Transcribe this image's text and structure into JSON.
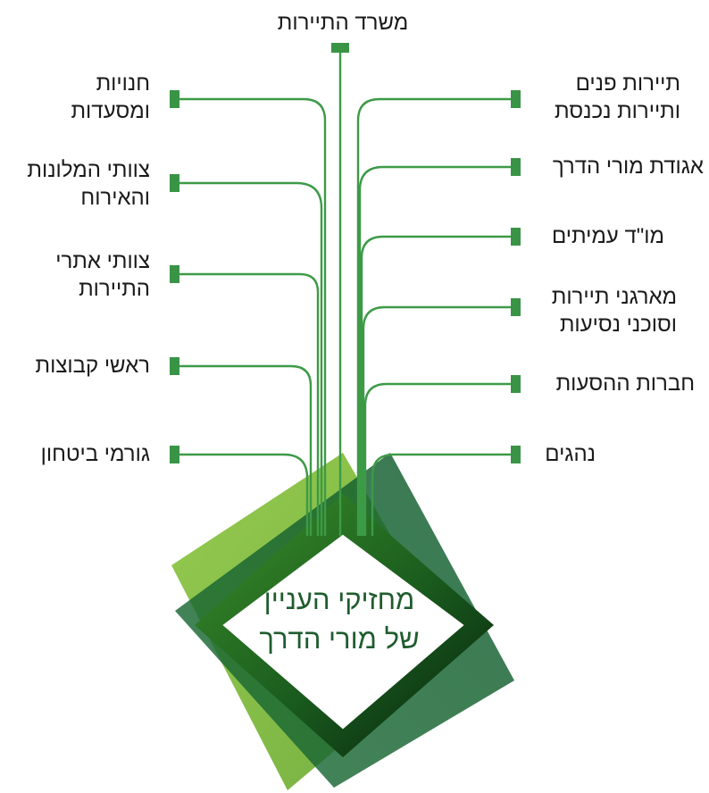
{
  "center": {
    "line1": "מחזיקי העניין",
    "line2": "של מורי הדרך"
  },
  "top": {
    "label": "משרד התיירות"
  },
  "right": [
    {
      "line1": "תיירות פנים",
      "line2": "ותיירות נכנסת"
    },
    {
      "line1": "אגודת מורי הדרך",
      "line2": ""
    },
    {
      "line1": "מו\"ד עמיתים",
      "line2": ""
    },
    {
      "line1": "מארגני תיירות",
      "line2": "וסוכני נסיעות"
    },
    {
      "line1": "חברות ההסעות",
      "line2": ""
    },
    {
      "line1": "נהגים",
      "line2": ""
    }
  ],
  "left": [
    {
      "line1": "חנויות",
      "line2": "ומסעדות"
    },
    {
      "line1": "צוותי המלונות",
      "line2": "והאירוח"
    },
    {
      "line1": "צוותי אתרי",
      "line2": "התיירות"
    },
    {
      "line1": "ראשי קבוצות",
      "line2": ""
    },
    {
      "line1": "גורמי ביטחון",
      "line2": ""
    }
  ],
  "colors": {
    "line": "#3d9a47",
    "marker": "#3a9446",
    "light_green": "#8cc63f",
    "mid_green": "#2e8b2e",
    "dark_green": "#0e5a2a",
    "darkest": "#06200c",
    "title_text": "#1f5c2e",
    "label_text": "#1a1a1a"
  }
}
